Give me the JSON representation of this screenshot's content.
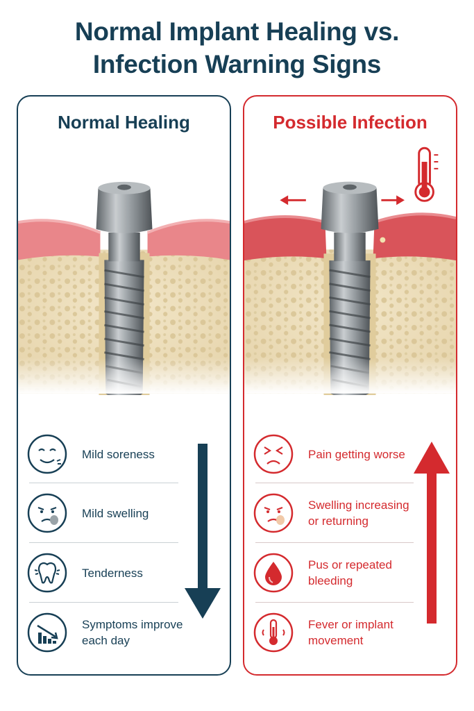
{
  "title": {
    "line1": "Normal Implant Healing vs.",
    "line2": "Infection Warning Signs"
  },
  "colors": {
    "navy": "#173f55",
    "red": "#d42a2e",
    "gum": "#e9868a",
    "bone": "#eadbb8",
    "metal": "#8c9296"
  },
  "normal": {
    "heading": "Normal Healing",
    "trend_arrow": "down-arrow",
    "items": [
      {
        "icon": "smiling-face-icon",
        "lines": [
          "Mild soreness"
        ]
      },
      {
        "icon": "swollen-face-icon",
        "lines": [
          "Mild swelling"
        ]
      },
      {
        "icon": "tooth-icon",
        "lines": [
          "Tenderness"
        ]
      },
      {
        "icon": "declining-chart-icon",
        "lines": [
          "Symptoms improve",
          "each day"
        ]
      }
    ]
  },
  "infection": {
    "heading": "Possible Infection",
    "trend_arrow": "up-arrow",
    "items": [
      {
        "icon": "pained-face-icon",
        "lines": [
          "Pain getting worse"
        ]
      },
      {
        "icon": "swollen-face-icon",
        "lines": [
          "Swelling increasing",
          "or returning"
        ]
      },
      {
        "icon": "blood-drop-icon",
        "lines": [
          "Pus or repeated",
          "bleeding"
        ]
      },
      {
        "icon": "thermometer-icon",
        "lines": [
          "Fever or implant",
          "movement"
        ]
      }
    ]
  }
}
